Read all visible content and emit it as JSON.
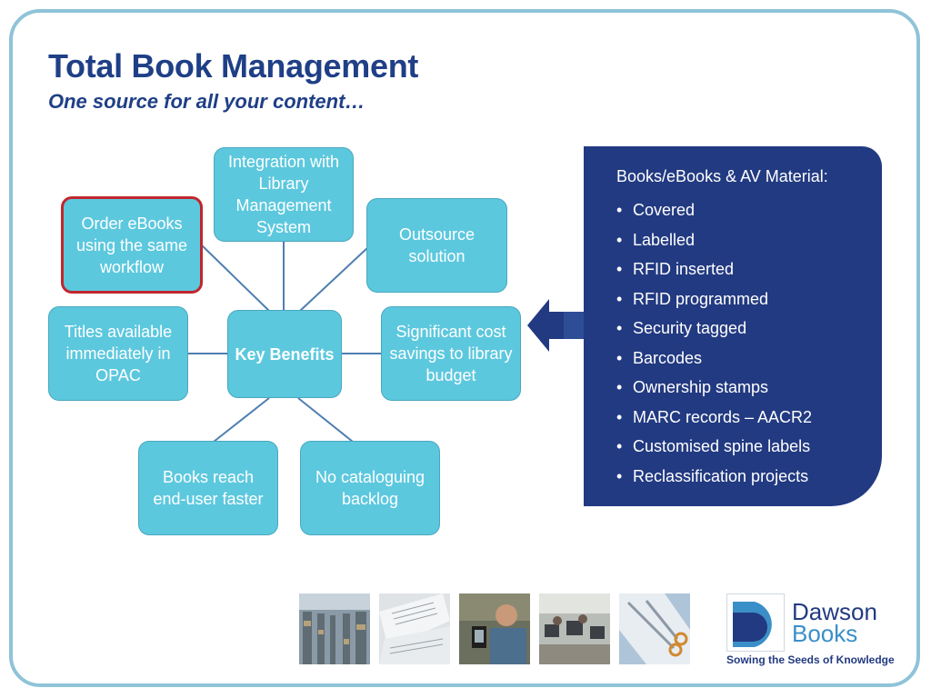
{
  "slide": {
    "title": "Total Book Management",
    "subtitle": "One source for all your content…"
  },
  "diagram": {
    "center": {
      "label": "Key Benefits"
    },
    "nodes": [
      {
        "id": "integration",
        "label": "Integration with Library Management System"
      },
      {
        "id": "order-ebooks",
        "label": "Order eBooks using the same workflow",
        "highlighted": true
      },
      {
        "id": "outsource",
        "label": "Outsource solution"
      },
      {
        "id": "titles-opac",
        "label": "Titles available immediately in OPAC"
      },
      {
        "id": "cost-savings",
        "label": "Significant cost savings to library budget"
      },
      {
        "id": "books-faster",
        "label": "Books reach end-user faster"
      },
      {
        "id": "no-backlog",
        "label": "No cataloguing backlog"
      }
    ]
  },
  "panel": {
    "heading": "Books/eBooks & AV Material:",
    "items": [
      "Covered",
      "Labelled",
      "RFID inserted",
      "RFID programmed",
      "Security tagged",
      "Barcodes",
      "Ownership stamps",
      "MARC records – AACR2",
      "Customised spine labels",
      "Reclassification projects"
    ]
  },
  "photos": [
    "warehouse-photo",
    "book-pages-photo",
    "ereader-user-photo",
    "computer-lab-photo",
    "scissors-paper-photo"
  ],
  "logo": {
    "name_line1": "Dawson",
    "name_line2": "Books",
    "tagline": "Sowing the Seeds of Knowledge"
  },
  "colors": {
    "title": "#1f3f86",
    "node_fill": "#5cc8de",
    "highlight_border": "#c0262d",
    "panel": "#223a81",
    "frame": "#8fc3d8"
  }
}
